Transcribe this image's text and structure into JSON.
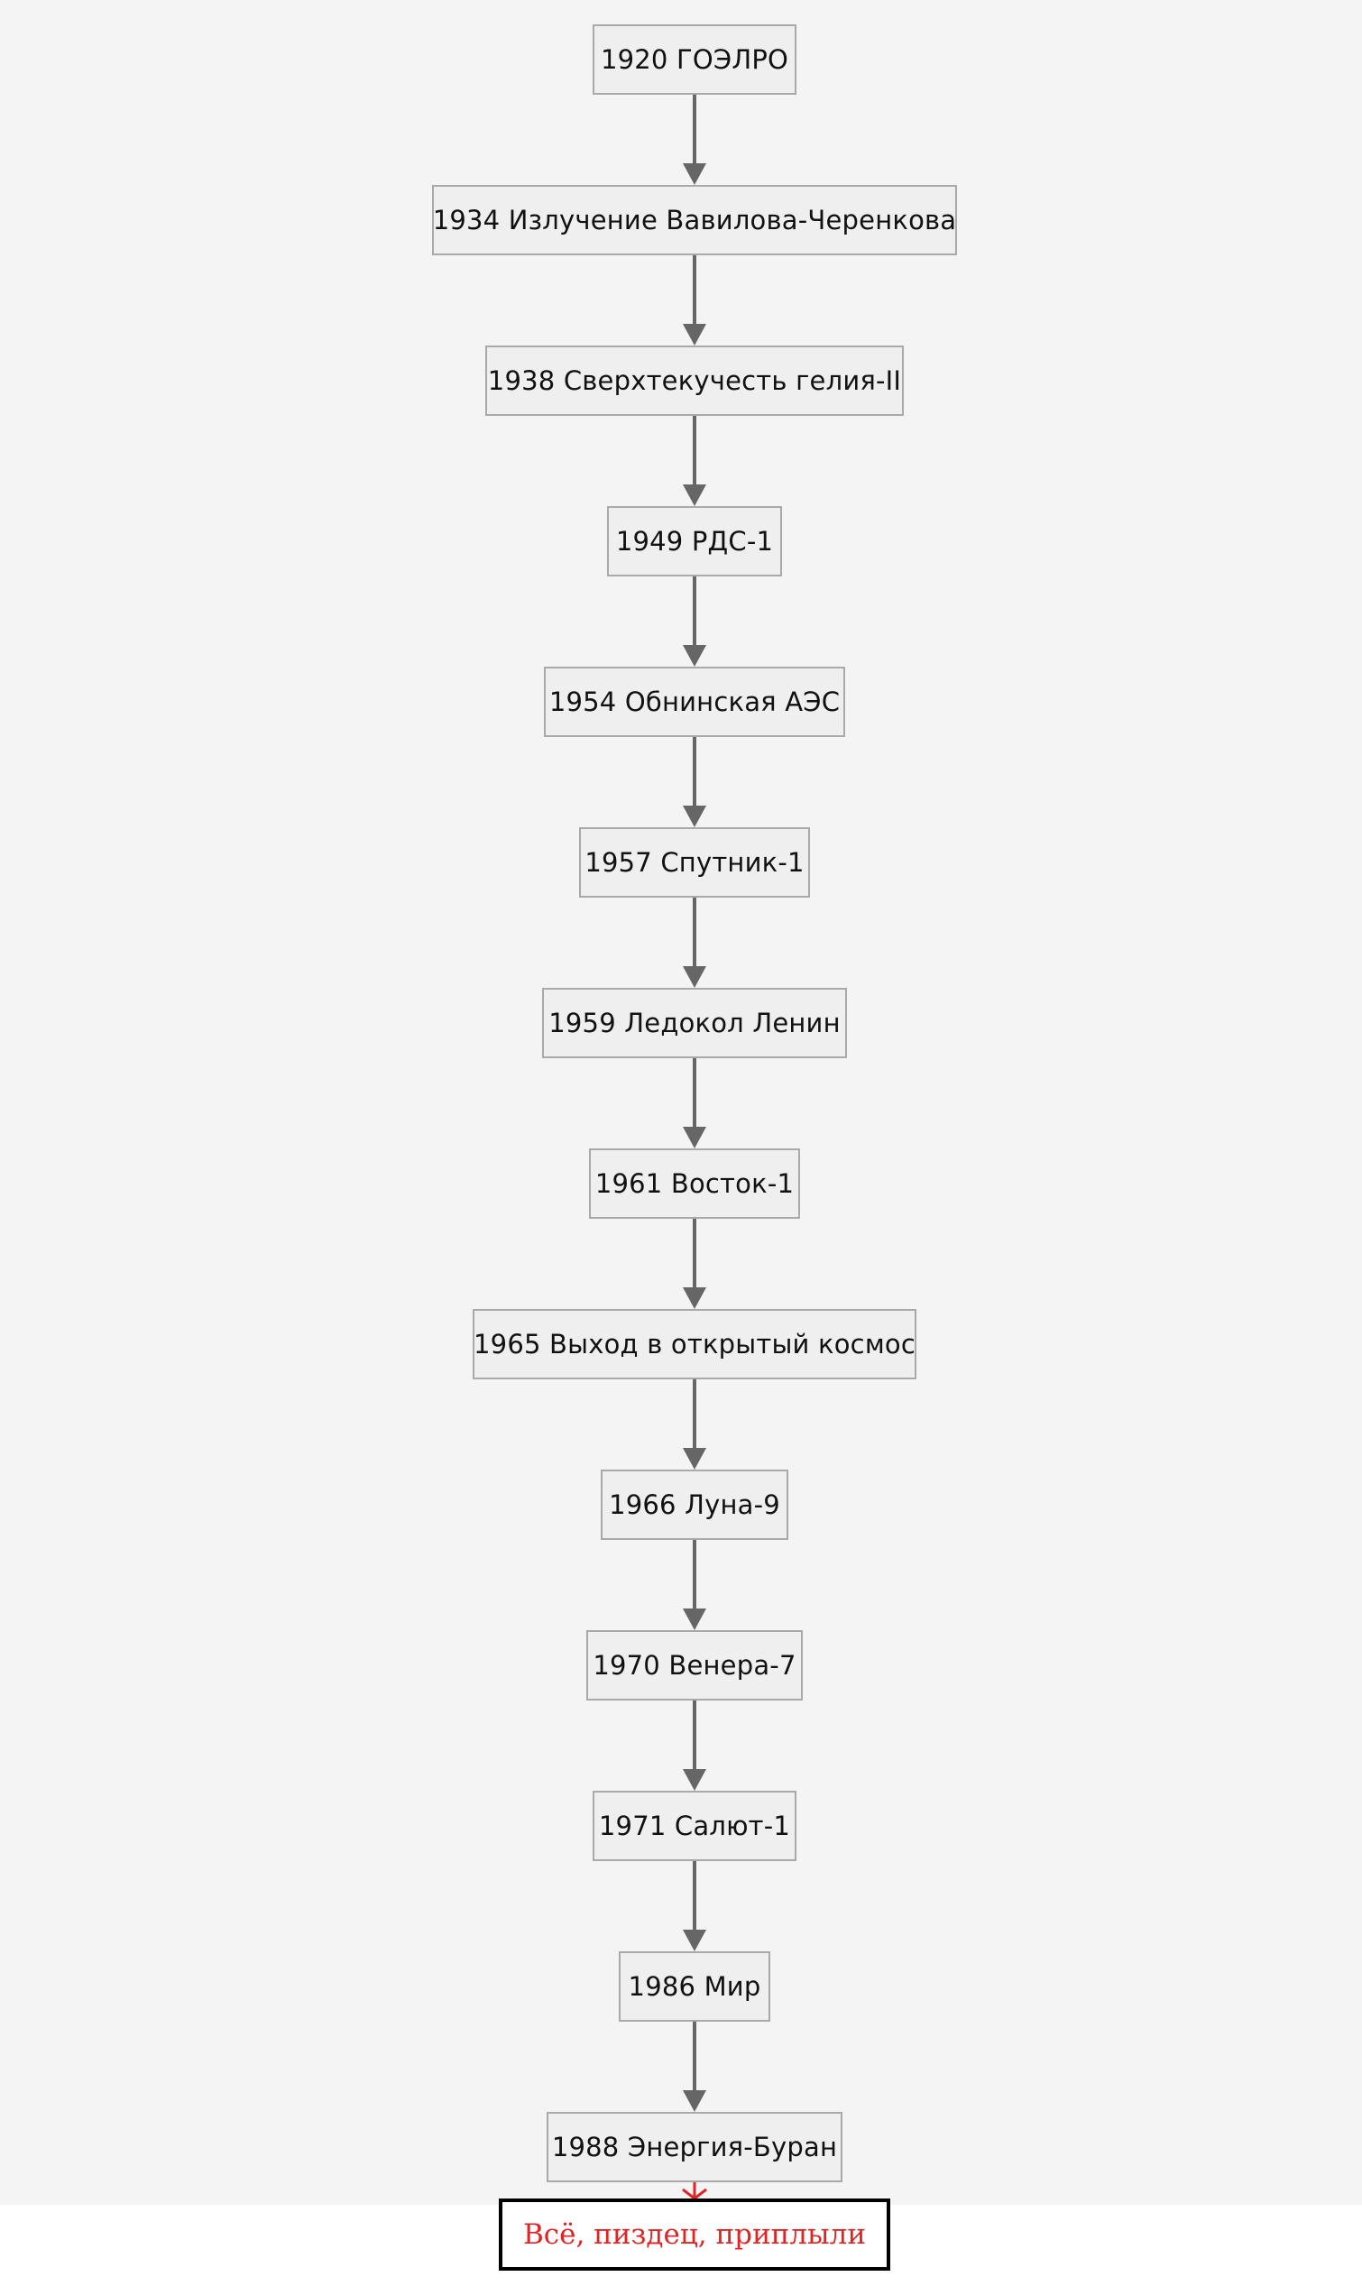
{
  "diagram": {
    "nodes": [
      {
        "id": "n1920",
        "label": "1920 ГОЭЛРО"
      },
      {
        "id": "n1934",
        "label": "1934 Излучение Вавилова-Черенкова"
      },
      {
        "id": "n1938",
        "label": "1938 Сверхтекучесть гелия-II"
      },
      {
        "id": "n1949",
        "label": "1949 РДС-1"
      },
      {
        "id": "n1954",
        "label": "1954 Обнинская АЭС"
      },
      {
        "id": "n1957",
        "label": "1957 Спутник-1"
      },
      {
        "id": "n1959",
        "label": "1959 Ледокол Ленин"
      },
      {
        "id": "n1961",
        "label": "1961 Восток-1"
      },
      {
        "id": "n1965",
        "label": "1965 Выход в открытый космос"
      },
      {
        "id": "n1966",
        "label": "1966 Луна-9"
      },
      {
        "id": "n1970",
        "label": "1970 Венера-7"
      },
      {
        "id": "n1971",
        "label": "1971 Салют-1"
      },
      {
        "id": "n1986",
        "label": "1986 Мир"
      },
      {
        "id": "n1988",
        "label": "1988 Энергия-Буран"
      }
    ],
    "final_node": {
      "id": "final",
      "label": "Всё, пиздец, приплыли"
    },
    "edges": [
      [
        "n1920",
        "n1934"
      ],
      [
        "n1934",
        "n1938"
      ],
      [
        "n1938",
        "n1949"
      ],
      [
        "n1949",
        "n1954"
      ],
      [
        "n1954",
        "n1957"
      ],
      [
        "n1957",
        "n1959"
      ],
      [
        "n1959",
        "n1961"
      ],
      [
        "n1961",
        "n1965"
      ],
      [
        "n1965",
        "n1966"
      ],
      [
        "n1966",
        "n1970"
      ],
      [
        "n1970",
        "n1971"
      ],
      [
        "n1971",
        "n1986"
      ],
      [
        "n1986",
        "n1988"
      ],
      [
        "n1988",
        "final"
      ]
    ],
    "colors": {
      "canvas": "#f4f4f4",
      "node_fill": "#efefef",
      "node_border": "#a9a9a9",
      "arrow": "#666666",
      "final_text": "#e02424",
      "final_border": "#000000",
      "final_arrow": "#e02424"
    }
  }
}
